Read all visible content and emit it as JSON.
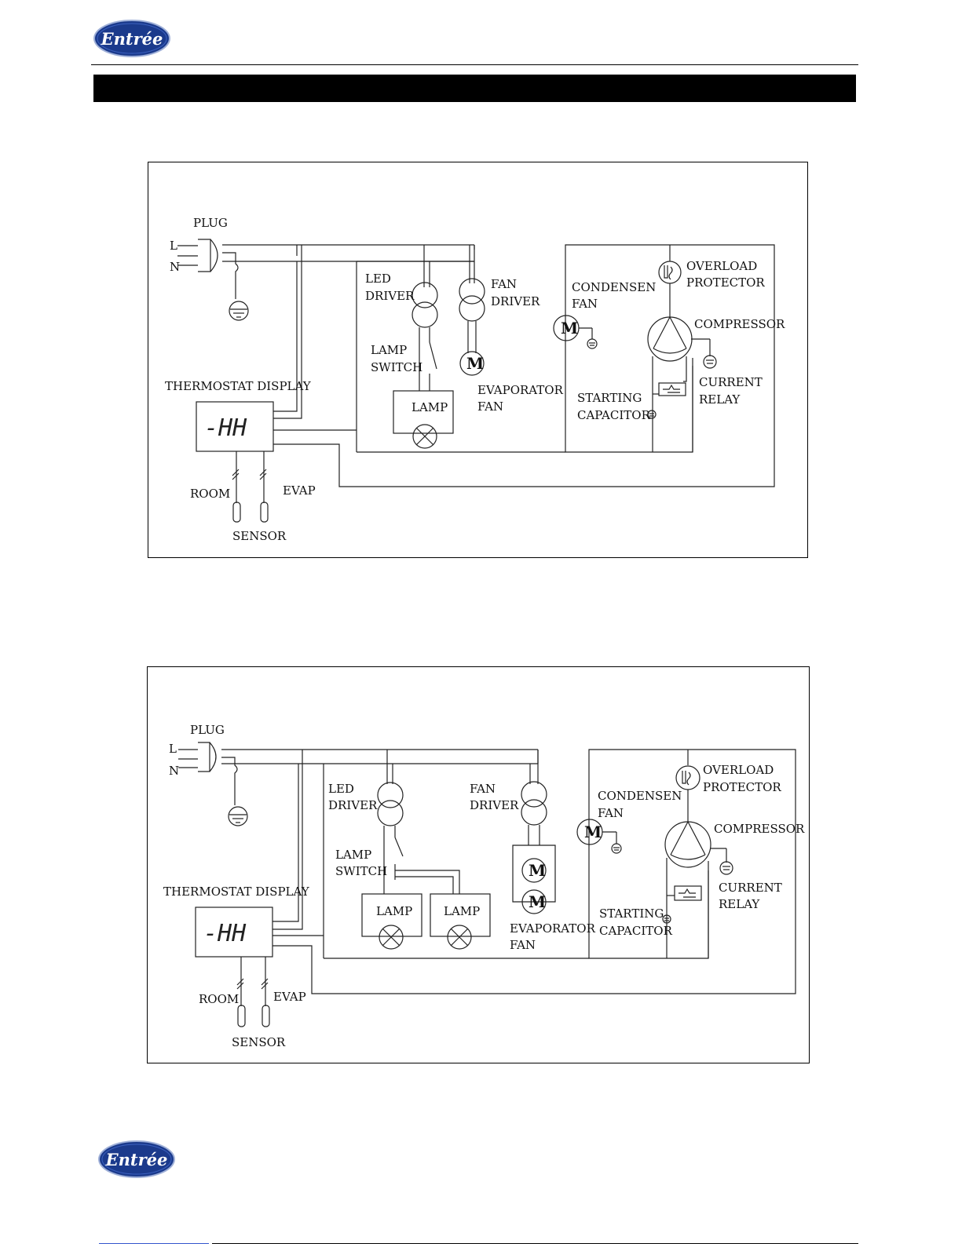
{
  "brand": {
    "name": "Entrée",
    "color": "#1b3a8c"
  },
  "diagrams": [
    {
      "plug": "PLUG",
      "live": "L",
      "neutral": "N",
      "led_driver": [
        "LED",
        "DRIVER"
      ],
      "fan_driver": [
        "FAN",
        "DRIVER"
      ],
      "lamp_switch": [
        "LAMP",
        "SWITCH"
      ],
      "lamps": [
        "LAMP"
      ],
      "evaporator_fan": [
        "EVAPORATOR",
        "FAN"
      ],
      "condenser_fan": [
        "CONDENSEN",
        "FAN"
      ],
      "overload_protector": [
        "OVERLOAD",
        "PROTECTOR"
      ],
      "compressor": "COMPRESSOR",
      "current_relay": [
        "CURRENT",
        "RELAY"
      ],
      "starting_capacitor": [
        "STARTING",
        "CAPACITOR"
      ],
      "thermostat_display": "THERMOSTAT DISPLAY",
      "display_readout": "-HH",
      "room": "ROOM",
      "evap": "EVAP",
      "sensor": "SENSOR",
      "motor_symbol": "M"
    },
    {
      "plug": "PLUG",
      "live": "L",
      "neutral": "N",
      "led_driver": [
        "LED",
        "DRIVER"
      ],
      "fan_driver": [
        "FAN",
        "DRIVER"
      ],
      "lamp_switch": [
        "LAMP",
        "SWITCH"
      ],
      "lamps": [
        "LAMP",
        "LAMP"
      ],
      "evaporator_fan": [
        "EVAPORATOR",
        "FAN"
      ],
      "condenser_fan": [
        "CONDENSEN",
        "FAN"
      ],
      "overload_protector": [
        "OVERLOAD",
        "PROTECTOR"
      ],
      "compressor": "COMPRESSOR",
      "current_relay": [
        "CURRENT",
        "RELAY"
      ],
      "starting_capacitor": [
        "STARTING",
        "CAPACITOR"
      ],
      "thermostat_display": "THERMOSTAT DISPLAY",
      "display_readout": "-HH",
      "room": "ROOM",
      "evap": "EVAP",
      "sensor": "SENSOR",
      "motor_symbol": "M"
    }
  ]
}
